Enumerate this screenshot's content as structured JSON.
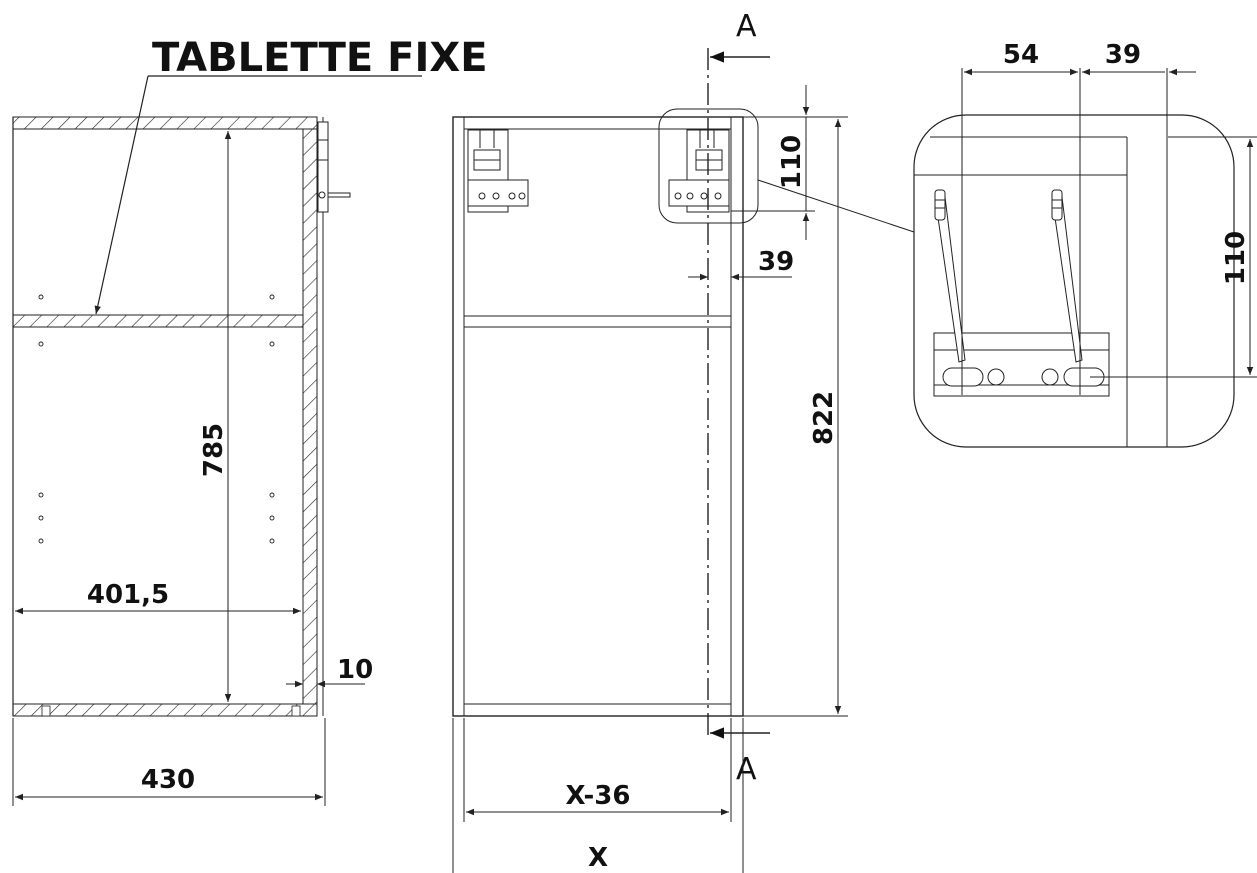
{
  "section_view": {
    "title": "TABLETTE FIXE",
    "dim_inner_height": "785",
    "dim_inner_width": "401,5",
    "dim_panel_thickness": "10",
    "dim_overall_width": "430"
  },
  "front_view": {
    "section_marker": "A",
    "dim_height": "822",
    "dim_bracket_height": "110",
    "dim_bracket_offset": "39",
    "dim_inner_width": "X-36",
    "dim_overall_width": "X"
  },
  "detail_view": {
    "dim_left_spacing": "54",
    "dim_right_spacing": "39",
    "dim_height": "110"
  },
  "colors": {
    "line": "#222222",
    "text": "#111111",
    "background": "#ffffff"
  }
}
